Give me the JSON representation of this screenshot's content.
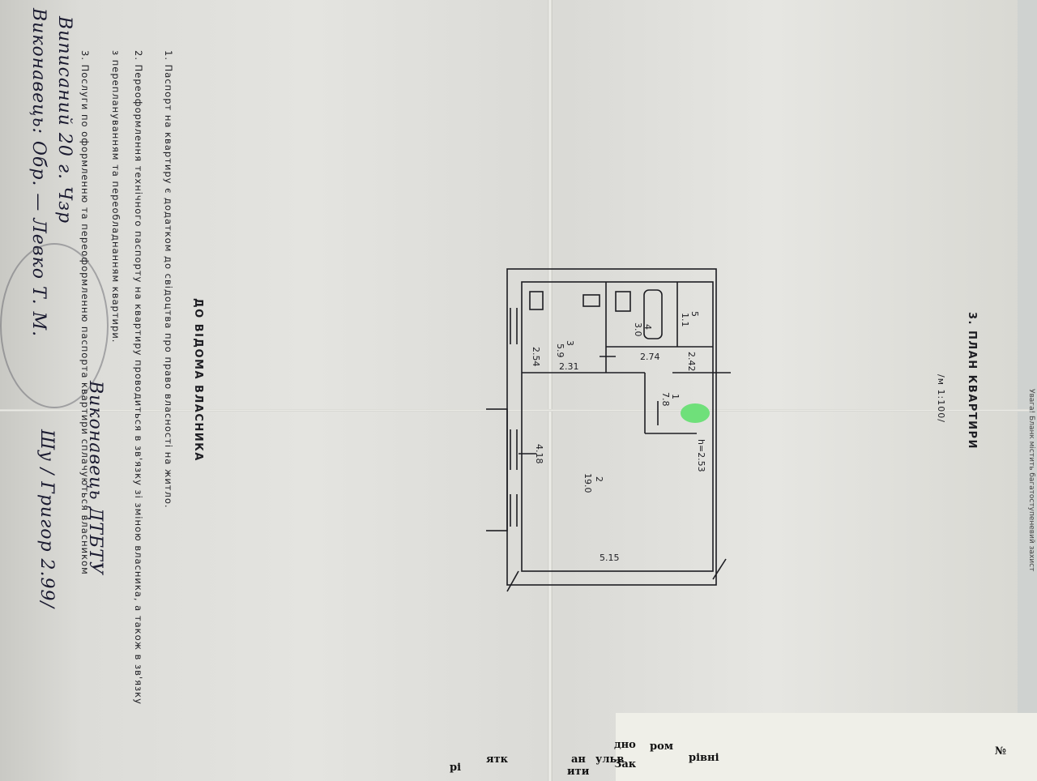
{
  "document": {
    "plan_title": "3. ПЛАН КВАРТИРИ",
    "scale": "/м 1:100/",
    "owner_header": "ДО ВІДОМА ВЛАСНИКА",
    "notes": [
      "1. Паспорт на квартиру є додатком до свідоцтва про право власності на житло.",
      "2. Переоформлення технічного паспорту на квартиру проводиться в зв'язку зі зміною власника, а також в зв'язку",
      "з переплануванням та переобладнанням квартири.",
      "3. Послуги по оформленню та переоформленню паспорта квартири сплачуються власником"
    ],
    "handwriting": [
      "Виписаний 20 г. Чзр",
      "Виконавець: Обр. — Левко Т. М.",
      "Виконавець ДТБТУ",
      "Шу / Григор 2.99/"
    ],
    "top_edge_note": "Увага! Бланк містить багатоступеневий захист",
    "underlying_fragments": [
      "№",
      "рівні",
      "ром",
      "дно",
      "Зак",
      "ульв",
      "ан",
      "ити",
      "ятк",
      "рі"
    ]
  },
  "floor_plan": {
    "rooms": [
      {
        "number": "1",
        "area": "7.8"
      },
      {
        "number": "2",
        "area": "19.0"
      },
      {
        "number": "3",
        "area": "5.9"
      },
      {
        "number": "4",
        "area": "3.0"
      },
      {
        "number": "5",
        "area": "1.1"
      }
    ],
    "dimensions": [
      "2.54",
      "2.31",
      "2.74",
      "2.42",
      "4.18",
      "5.15",
      "h=2.53"
    ],
    "highlight_color": "#6fe07a"
  }
}
